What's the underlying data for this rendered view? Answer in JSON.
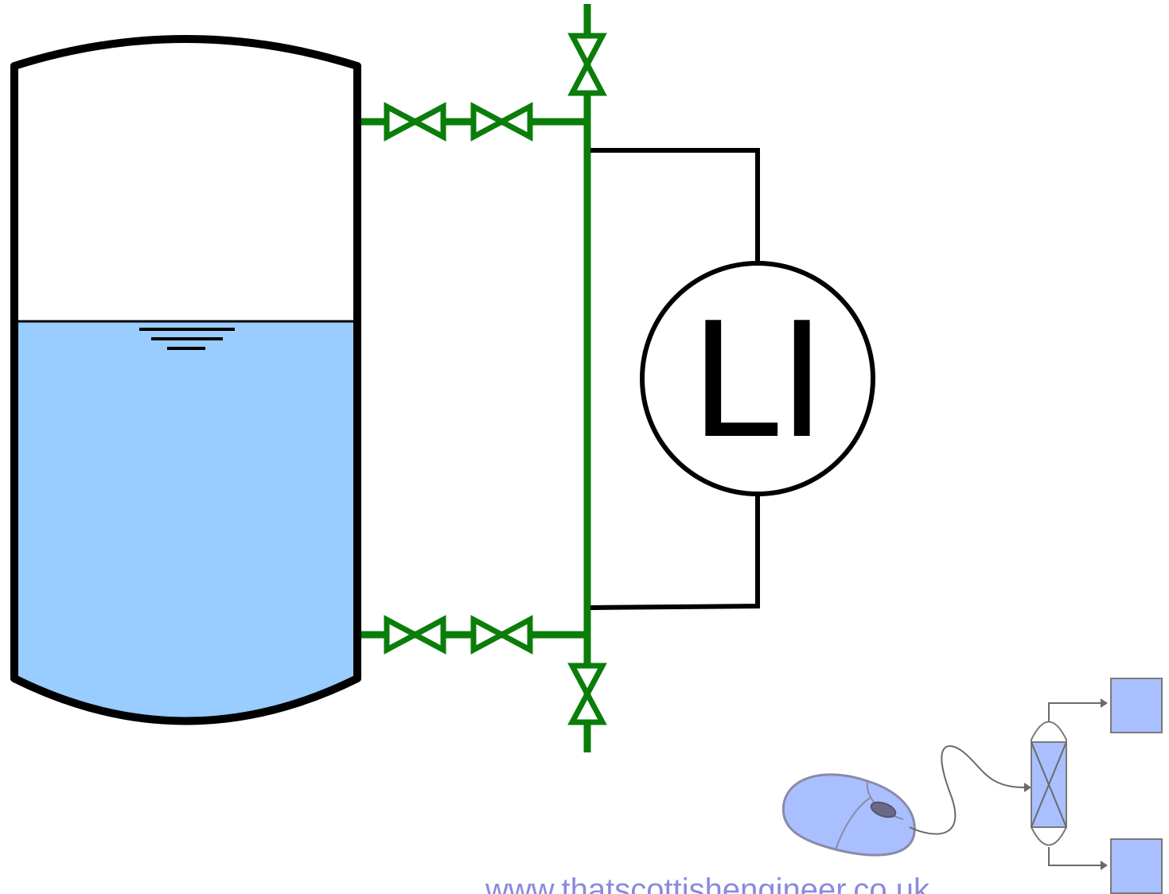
{
  "diagram": {
    "instrument": {
      "tag": "LI",
      "icon": "level-indicator-bubble-icon"
    },
    "vessel": {
      "icon": "vertical-vessel-icon",
      "liquid_icon": "liquid-level-icon",
      "liquid_level_mark_icon": "water-level-triangle-icon"
    },
    "valves": {
      "icon": "gate-valve-icon",
      "count": 6
    },
    "colors": {
      "piping": "#0a7d0a",
      "liquid": "#99ccff",
      "vessel_outline": "#000000",
      "signal_line": "#000000",
      "watermark_text": "#8a8ae0",
      "logo_fill": "#aabfff"
    }
  },
  "watermark": {
    "url": "www.thatscottishengineer.co.uk",
    "logo_icon": "mouse-to-flowsheet-logo-icon"
  }
}
